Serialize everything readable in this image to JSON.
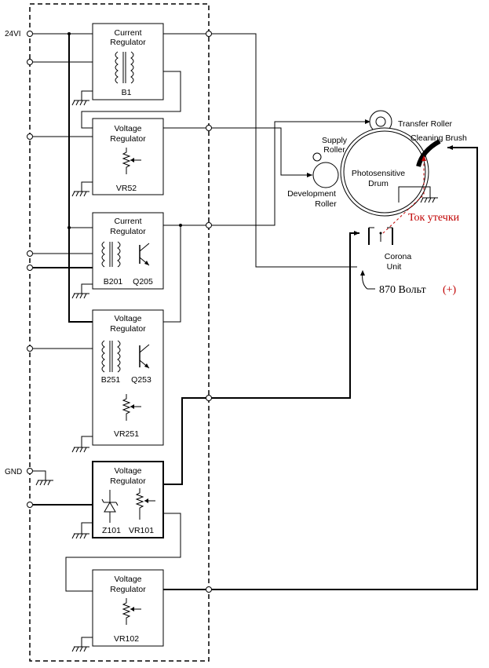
{
  "terminals": {
    "v24": "24VI",
    "gnd": "GND"
  },
  "blocks": {
    "b1": {
      "title1": "Current",
      "title2": "Regulator",
      "part1": "B1"
    },
    "b2": {
      "title1": "Voltage",
      "title2": "Regulator",
      "part1": "VR52"
    },
    "b3": {
      "title1": "Current",
      "title2": "Regulator",
      "part1": "B201",
      "part2": "Q205"
    },
    "b4": {
      "title1": "Voltage",
      "title2": "Regulator",
      "part1": "B251",
      "part2": "Q253",
      "part3": "VR251"
    },
    "b5": {
      "title1": "Voltage",
      "title2": "Regulator",
      "part1": "Z101",
      "part2": "VR101"
    },
    "b6": {
      "title1": "Voltage",
      "title2": "Regulator",
      "part1": "VR102"
    }
  },
  "components": {
    "transfer_roller": "Transfer Roller",
    "cleaning_brush": "Cleaning Brush",
    "supply_roller_1": "Supply",
    "supply_roller_2": "Roller",
    "drum_1": "Photosensitive",
    "drum_2": "Drum",
    "development_roller_1": "Development",
    "development_roller_2": "Roller",
    "corona_1": "Corona",
    "corona_2": "Unit"
  },
  "annotations": {
    "leak_current": "Ток утечки",
    "voltage": "870 Вольт",
    "voltage_sign": "(+)"
  },
  "colors": {
    "line": "#000000",
    "annotation": "#c00000"
  }
}
